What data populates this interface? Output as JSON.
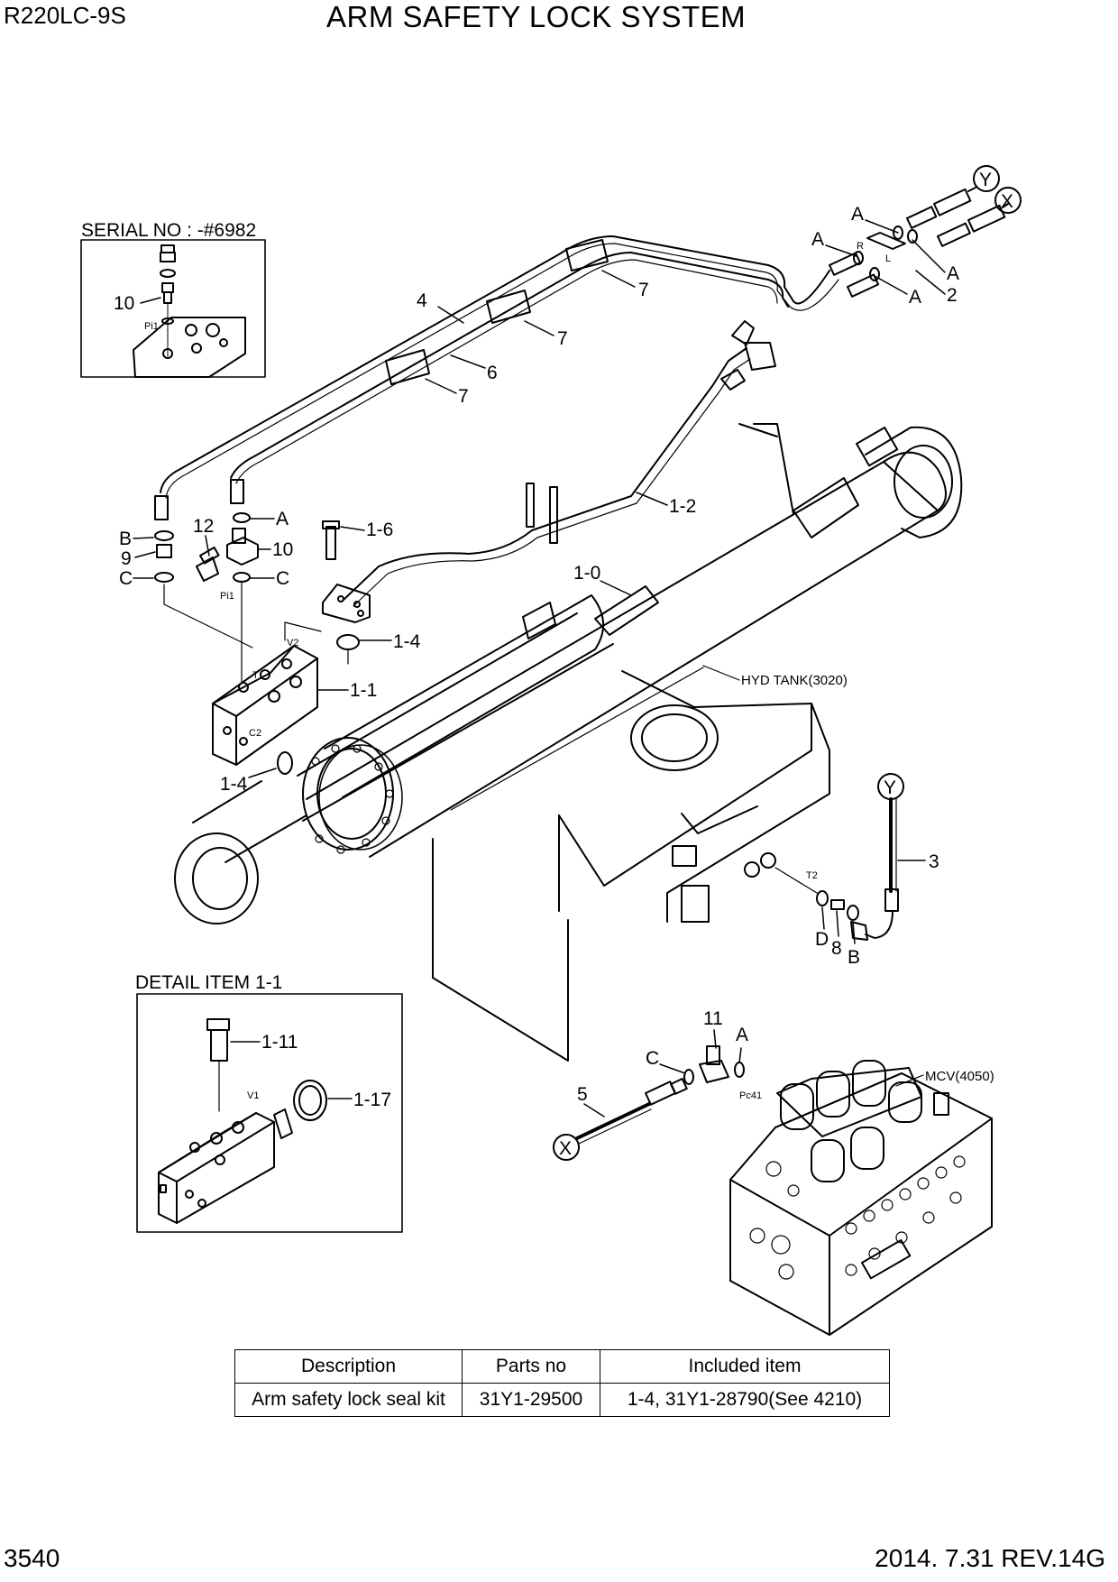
{
  "header": {
    "model": "R220LC-9S",
    "title": "ARM SAFETY LOCK SYSTEM"
  },
  "footer": {
    "page": "3540",
    "revision": "2014. 7.31  REV.14G"
  },
  "serial_box": {
    "label": "SERIAL NO : -#6982",
    "part": "10",
    "port": "Pi1"
  },
  "detail_box": {
    "label": "DETAIL ITEM 1-1",
    "parts": [
      "1-11",
      "1-17"
    ],
    "port": "V1"
  },
  "callouts": {
    "hose_right_a1": "A",
    "hose_right_a2": "A",
    "hose_right_a3": "A",
    "hose_right_a4": "A",
    "adapter_2": "2",
    "conn_y": "Y",
    "conn_x": "X",
    "port_r": "R",
    "port_l": "L",
    "hose_4": "4",
    "hose_6": "6",
    "clamp_7a": "7",
    "clamp_7b": "7",
    "clamp_7c": "7",
    "pipe_1_2": "1-2",
    "bolt_1_6": "1-6",
    "cyl_1_0": "1-0",
    "oring_1_4a": "1-4",
    "oring_1_4b": "1-4",
    "valve_1_1": "1-1",
    "port_v2": "V2",
    "port_t": "T",
    "port_c2": "C2",
    "port_pi1": "Pi1",
    "left_b": "B",
    "left_9": "9",
    "left_c": "C",
    "left_12": "12",
    "left_a": "A",
    "left_10": "10",
    "left_c2": "C",
    "hyd_tank": "HYD TANK(3020)",
    "conn_y2": "Y",
    "hose_3": "3",
    "port_t2": "T2",
    "fit_d": "D",
    "fit_8": "8",
    "fit_b": "B",
    "tee_11": "11",
    "tee_a": "A",
    "tee_c": "C",
    "port_pc41": "Pc41",
    "mcv": "MCV(4050)",
    "hose_5": "5",
    "conn_x2": "X"
  },
  "kit_table": {
    "headers": [
      "Description",
      "Parts no",
      "Included item"
    ],
    "rows": [
      [
        "Arm safety lock seal kit",
        "31Y1-29500",
        "1-4, 31Y1-28790(See 4210)"
      ]
    ]
  }
}
